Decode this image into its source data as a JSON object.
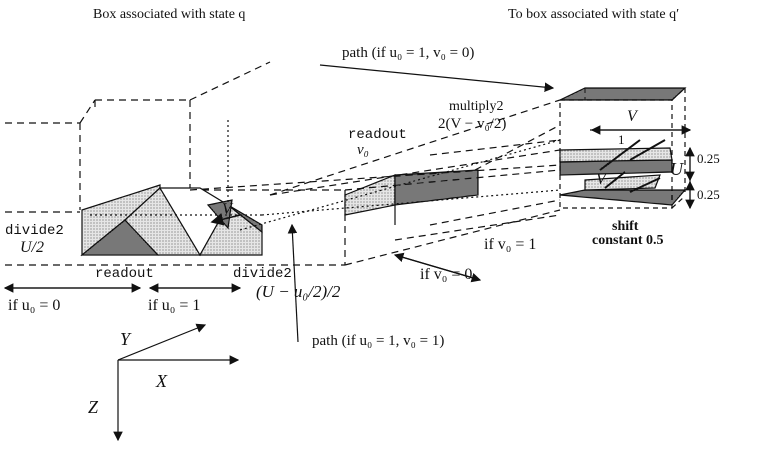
{
  "header": {
    "left_title": "Box associated with state q",
    "right_title": "To box associated with state q′"
  },
  "labels": {
    "path_top": "path (if u₀ = 1, v₀ = 0)",
    "multiply2": "multiply2",
    "multiply2_expr": "2(V − v₀/2)",
    "readout_v": "readout",
    "readout_v_var": "v₀",
    "divide2_left": "divide2",
    "divide2_left_expr": "U/2",
    "readout_u": "readout",
    "divide2_mid": "divide2",
    "divide2_mid_expr": "(U − u₀/2)/2",
    "if_u0_0": "if u₀ = 0",
    "if_u0_1": "if u₀ = 1",
    "if_v0_1": "if v₀ = 1",
    "if_v0_0": "if v₀ = 0",
    "path_bottom": "path (if u₀ = 1, v₀ = 1)",
    "shift": "shift",
    "shift_constant": "constant 0.5",
    "dim_upper": "0.25",
    "dim_lower": "0.25",
    "box_U": "U",
    "box_V_top": "V",
    "box_V_low": "V",
    "box_1": "1",
    "V_left": "V"
  },
  "axes": {
    "x": "X",
    "y": "Y",
    "z": "Z"
  },
  "colors": {
    "ink": "#111111",
    "light_fill": "#d9d9d9",
    "mid_fill": "#a8a8a8",
    "dark_fill": "#3a3a3a",
    "background": "#ffffff"
  }
}
